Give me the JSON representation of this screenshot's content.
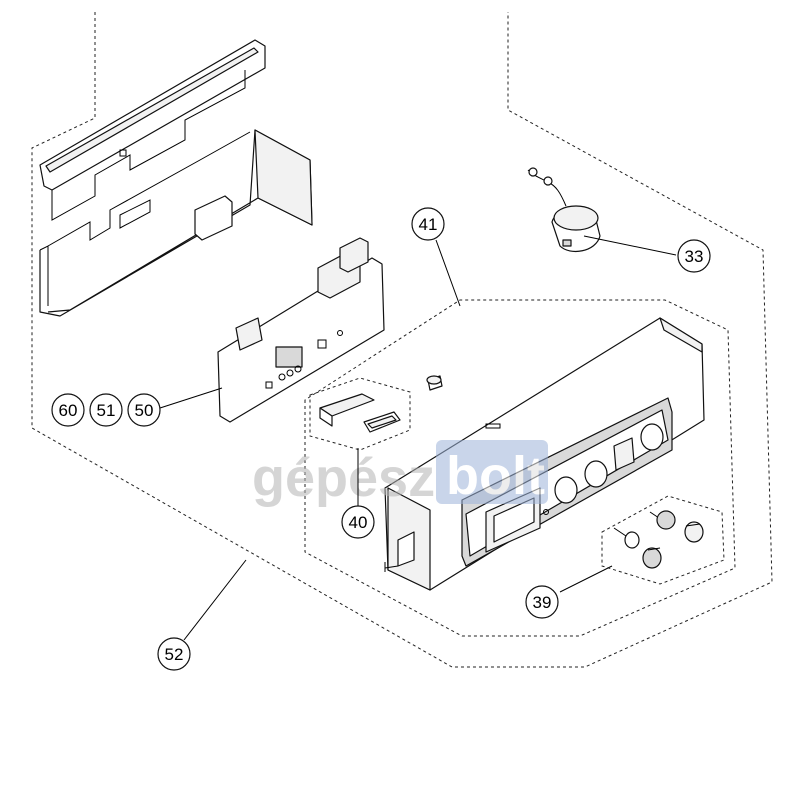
{
  "watermark": {
    "left_text": "gépész",
    "right_text": "bolt",
    "left_color": "#b3b3b3",
    "box_color": "#9eb4d9",
    "right_color": "#ffffff"
  },
  "callouts": [
    {
      "id": "c33",
      "label": "33"
    },
    {
      "id": "c39",
      "label": "39"
    },
    {
      "id": "c40",
      "label": "40"
    },
    {
      "id": "c41",
      "label": "41"
    },
    {
      "id": "c50",
      "label": "50"
    },
    {
      "id": "c51",
      "label": "51"
    },
    {
      "id": "c52",
      "label": "52"
    },
    {
      "id": "c60",
      "label": "60"
    }
  ]
}
